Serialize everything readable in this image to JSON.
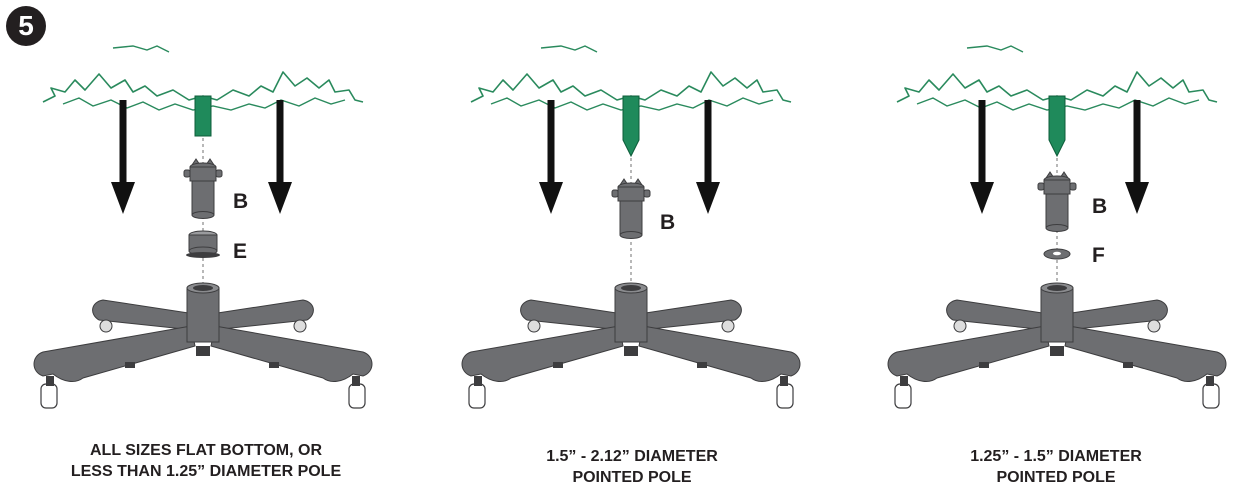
{
  "step": {
    "number": "5"
  },
  "colors": {
    "accent_green": "#1f8a5b",
    "foliage_line": "#2a8a5d",
    "metal": "#6d6e71",
    "metal_dark": "#3d3d3f",
    "arrow": "#111111",
    "text": "#231f20"
  },
  "panels": [
    {
      "pole": "flat",
      "parts": [
        {
          "letter": "B",
          "shape": "collar"
        },
        {
          "letter": "E",
          "shape": "sleeve"
        }
      ],
      "caption": [
        "ALL SIZES FLAT BOTTOM, OR",
        "LESS THAN 1.25” DIAMETER POLE"
      ]
    },
    {
      "pole": "pointed",
      "parts": [
        {
          "letter": "B",
          "shape": "collar"
        }
      ],
      "caption": [
        "1.5” - 2.12” DIAMETER",
        "POINTED POLE"
      ]
    },
    {
      "pole": "pointed",
      "parts": [
        {
          "letter": "B",
          "shape": "collar"
        },
        {
          "letter": "F",
          "shape": "washer"
        }
      ],
      "caption": [
        "1.25” - 1.5” DIAMETER",
        "POINTED POLE"
      ]
    }
  ]
}
